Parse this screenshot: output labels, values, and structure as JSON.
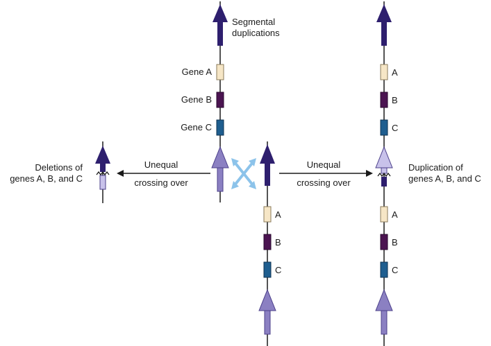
{
  "labels": {
    "segmental_duplications_1": "Segmental",
    "segmental_duplications_2": "duplications",
    "gene_a": "Gene A",
    "gene_b": "Gene B",
    "gene_c": "Gene C",
    "unequal_left": "Unequal",
    "crossing_left": "crossing over",
    "unequal_right": "Unequal",
    "crossing_right": "crossing over",
    "deletions_1": "Deletions of",
    "deletions_2": "genes A, B, and C",
    "duplication_1": "Duplication of",
    "duplication_2": "genes A, B, and C",
    "short_a": "A",
    "short_b": "B",
    "short_c": "C"
  },
  "colors": {
    "dark_arrow": "#2e1f6e",
    "light_arrow": "#8b80c2",
    "pale_arrow": "#c8c2ea",
    "gene_a": "#f6e6c6",
    "gene_b": "#4b1451",
    "gene_c": "#1f5e8f",
    "cross": "#8cc3ea",
    "line": "#1a1a1a"
  }
}
